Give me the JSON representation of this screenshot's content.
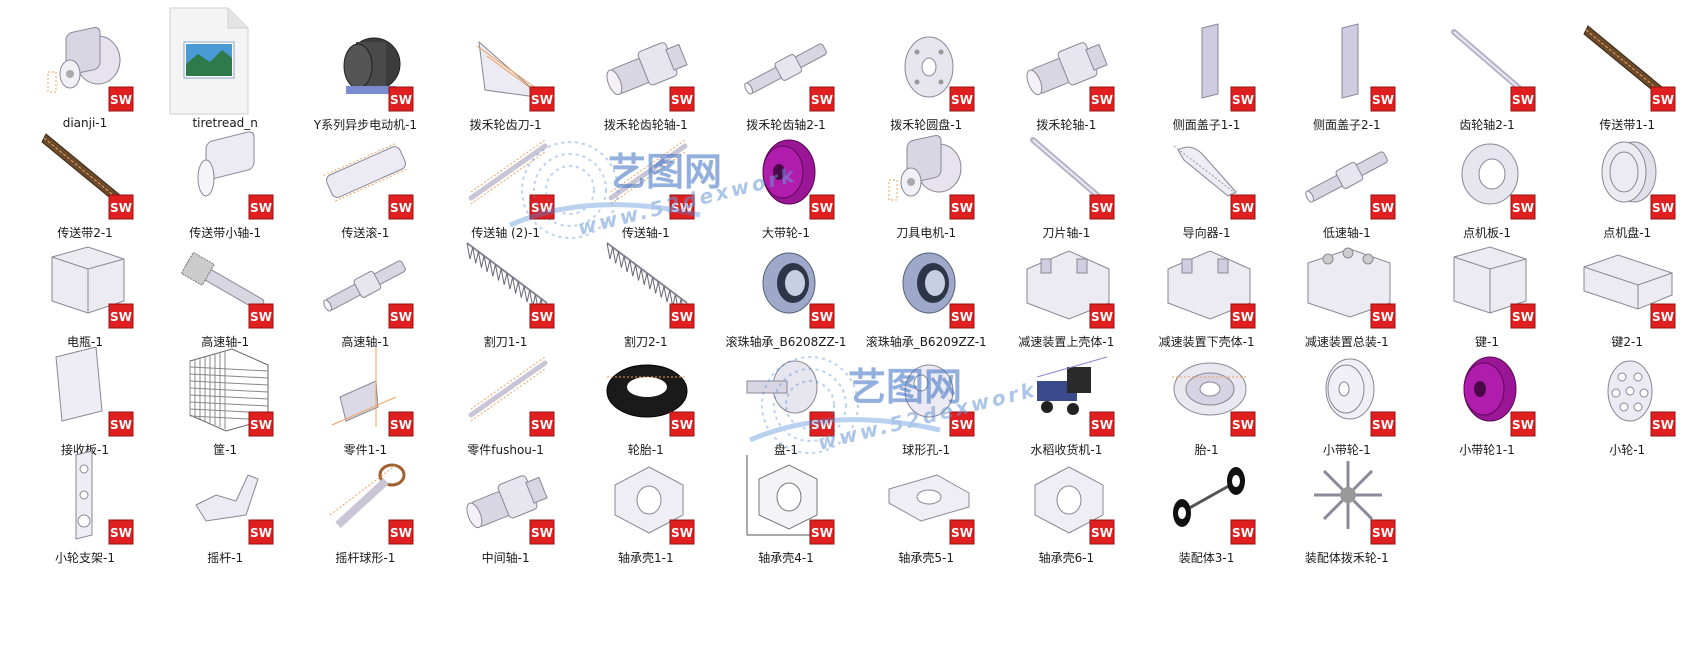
{
  "items": [
    {
      "label": "dianji-1",
      "icon": "motor-part-icon",
      "kind": "motor"
    },
    {
      "label": "tiretread_n",
      "icon": "image-file-icon",
      "kind": "file"
    },
    {
      "label": "Y系列异步电动机-1",
      "icon": "motor-part-icon",
      "kind": "motor-dark"
    },
    {
      "label": "拨禾轮齿刀-1",
      "icon": "blade-part-icon",
      "kind": "blade"
    },
    {
      "label": "拨禾轮齿轮轴-1",
      "icon": "shaft-part-icon",
      "kind": "shaft-short"
    },
    {
      "label": "拨禾轮齿轴2-1",
      "icon": "shaft-part-icon",
      "kind": "shaft-long"
    },
    {
      "label": "拨禾轮圆盘-1",
      "icon": "disc-part-icon",
      "kind": "disc"
    },
    {
      "label": "拨禾轮轴-1",
      "icon": "shaft-part-icon",
      "kind": "shaft-short"
    },
    {
      "label": "侧面盖子1-1",
      "icon": "plate-part-icon",
      "kind": "panel"
    },
    {
      "label": "侧面盖子2-1",
      "icon": "plate-part-icon",
      "kind": "panel"
    },
    {
      "label": "齿轮轴2-1",
      "icon": "rod-part-icon",
      "kind": "rod"
    },
    {
      "label": "传送带1-1",
      "icon": "belt-part-icon",
      "kind": "belt"
    },
    {
      "label": "传送带2-1",
      "icon": "belt-part-icon",
      "kind": "belt"
    },
    {
      "label": "传送带小轴-1",
      "icon": "roller-part-icon",
      "kind": "roller"
    },
    {
      "label": "传送滚-1",
      "icon": "roller-part-icon",
      "kind": "roller-long"
    },
    {
      "label": "传送轴 (2)-1",
      "icon": "rod-part-icon",
      "kind": "rod-orange"
    },
    {
      "label": "传送轴-1",
      "icon": "rod-part-icon",
      "kind": "rod-orange"
    },
    {
      "label": "大带轮-1",
      "icon": "pulley-part-icon",
      "kind": "pulley-magenta"
    },
    {
      "label": "刀具电机-1",
      "icon": "motor-part-icon",
      "kind": "motor"
    },
    {
      "label": "刀片轴-1",
      "icon": "rod-part-icon",
      "kind": "rod"
    },
    {
      "label": "导向器-1",
      "icon": "guide-part-icon",
      "kind": "guide"
    },
    {
      "label": "低速轴-1",
      "icon": "shaft-part-icon",
      "kind": "shaft-long"
    },
    {
      "label": "点机板-1",
      "icon": "flange-part-icon",
      "kind": "flange"
    },
    {
      "label": "点机盘-1",
      "icon": "pulley-part-icon",
      "kind": "pulley-grey"
    },
    {
      "label": "电瓶-1",
      "icon": "box-part-icon",
      "kind": "box"
    },
    {
      "label": "高速轴-1",
      "icon": "shaft-part-icon",
      "kind": "shaft-gear"
    },
    {
      "label": "高速轴-1",
      "icon": "shaft-part-icon",
      "kind": "shaft-long"
    },
    {
      "label": "割刀1-1",
      "icon": "saw-part-icon",
      "kind": "saw"
    },
    {
      "label": "割刀2-1",
      "icon": "saw-part-icon",
      "kind": "saw"
    },
    {
      "label": "滚珠轴承_B6208ZZ-1",
      "icon": "bearing-part-icon",
      "kind": "bearing"
    },
    {
      "label": "滚珠轴承_B6209ZZ-1",
      "icon": "bearing-part-icon",
      "kind": "bearing"
    },
    {
      "label": "减速装置上壳体-1",
      "icon": "housing-part-icon",
      "kind": "housing"
    },
    {
      "label": "减速装置下壳体-1",
      "icon": "housing-part-icon",
      "kind": "housing"
    },
    {
      "label": "减速装置总装-1",
      "icon": "housing-part-icon",
      "kind": "housing-assy"
    },
    {
      "label": "键-1",
      "icon": "box-part-icon",
      "kind": "box"
    },
    {
      "label": "键2-1",
      "icon": "box-part-icon",
      "kind": "key"
    },
    {
      "label": "接收板-1",
      "icon": "plate-part-icon",
      "kind": "plate"
    },
    {
      "label": "筐-1",
      "icon": "cage-part-icon",
      "kind": "cage"
    },
    {
      "label": "零件1-1",
      "icon": "bracket-part-icon",
      "kind": "bracket-orange"
    },
    {
      "label": "零件fushou-1",
      "icon": "rod-part-icon",
      "kind": "rod-orange"
    },
    {
      "label": "轮胎-1",
      "icon": "tire-part-icon",
      "kind": "tire"
    },
    {
      "label": "盘-1",
      "icon": "disc-part-icon",
      "kind": "disc-shaft"
    },
    {
      "label": "球形孔-1",
      "icon": "sphere-part-icon",
      "kind": "sphere"
    },
    {
      "label": "水稻收货机-1",
      "icon": "machine-part-icon",
      "kind": "machine"
    },
    {
      "label": "胎-1",
      "icon": "wheel-part-icon",
      "kind": "wheel"
    },
    {
      "label": "小带轮-1",
      "icon": "pulley-part-icon",
      "kind": "pulley-white"
    },
    {
      "label": "小带轮1-1",
      "icon": "pulley-part-icon",
      "kind": "pulley-magenta"
    },
    {
      "label": "小轮-1",
      "icon": "wheel-part-icon",
      "kind": "wheel-holes"
    },
    {
      "label": "小轮支架-1",
      "icon": "bracket-part-icon",
      "kind": "strip"
    },
    {
      "label": "摇杆-1",
      "icon": "bracket-part-icon",
      "kind": "lever"
    },
    {
      "label": "摇杆球形-1",
      "icon": "rod-part-icon",
      "kind": "conrod"
    },
    {
      "label": "中间轴-1",
      "icon": "shaft-part-icon",
      "kind": "shaft-short"
    },
    {
      "label": "轴承壳1-1",
      "icon": "flange-part-icon",
      "kind": "bearing-housing"
    },
    {
      "label": "轴承壳4-1",
      "icon": "flange-part-icon",
      "kind": "bearing-housing-dim"
    },
    {
      "label": "轴承壳5-1",
      "icon": "flange-part-icon",
      "kind": "bearing-housing-flat"
    },
    {
      "label": "轴承壳6-1",
      "icon": "flange-part-icon",
      "kind": "bearing-housing"
    },
    {
      "label": "装配体3-1",
      "icon": "axle-part-icon",
      "kind": "axle"
    },
    {
      "label": "装配体拨禾轮-1",
      "icon": "reel-part-icon",
      "kind": "reel"
    }
  ],
  "badge": {
    "text": "SW",
    "icon": "solidworks-icon",
    "color": "#e02020"
  },
  "watermark": {
    "title": "艺图网",
    "url": "www.52dexwork"
  }
}
